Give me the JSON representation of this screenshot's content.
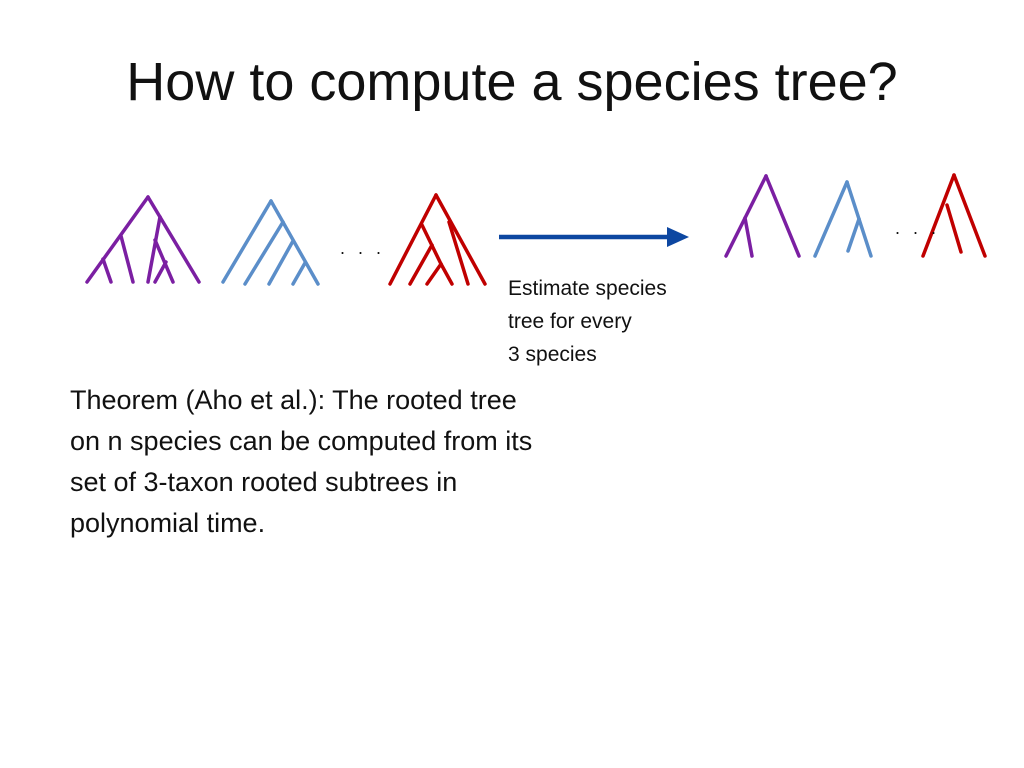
{
  "slide": {
    "title": "How to compute a species tree?"
  },
  "diagram": {
    "ellipsis_left": ". . .",
    "ellipsis_right": ". . .",
    "arrow_caption": [
      "Estimate species",
      "tree for every",
      "3 species"
    ],
    "colors": {
      "purple": "#7B1FA2",
      "blue": "#5B8EC9",
      "red": "#C00000",
      "arrow": "#0D47A1"
    },
    "input_trees": [
      "purple-gene-tree",
      "blue-gene-tree",
      "red-gene-tree"
    ],
    "output_triplets": [
      "purple-triplet",
      "blue-triplet",
      "red-triplet"
    ]
  },
  "theorem": {
    "lines": [
      "Theorem (Aho et al.): The rooted tree",
      "on n species can be computed from its",
      "set of 3-taxon rooted subtrees in",
      "polynomial time."
    ]
  }
}
